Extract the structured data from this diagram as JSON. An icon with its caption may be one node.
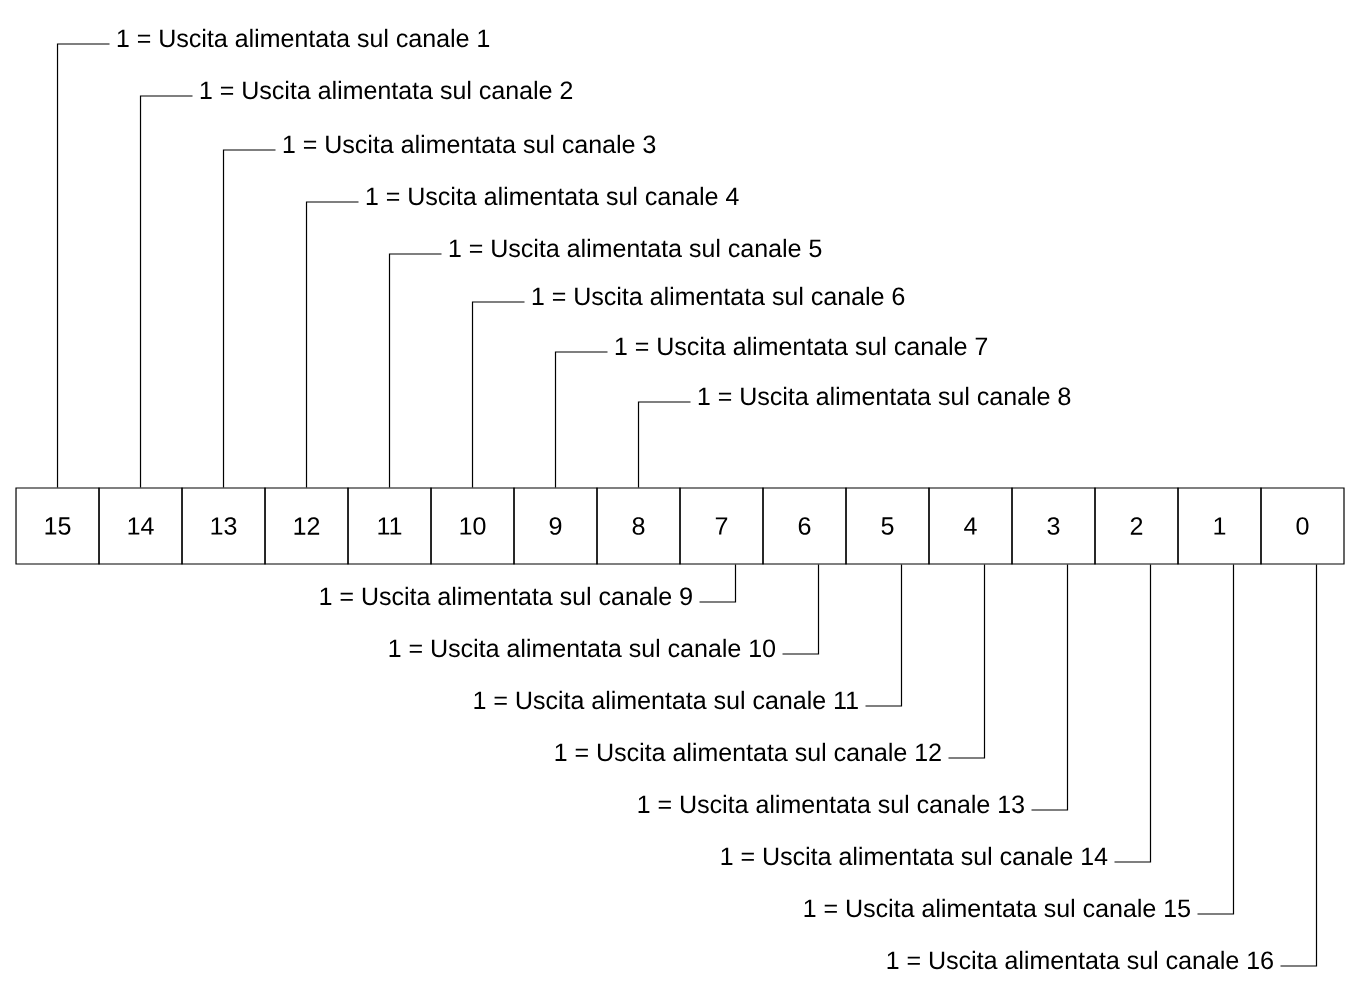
{
  "diagram": {
    "nodes": [
      {
        "text": [
          "15"
        ]
      },
      {
        "text": [
          "14"
        ]
      },
      {
        "text": [
          "13"
        ]
      },
      {
        "text": [
          "12"
        ]
      },
      {
        "text": [
          "11"
        ]
      },
      {
        "text": [
          "10"
        ]
      },
      {
        "text": [
          "9"
        ]
      },
      {
        "text": [
          "8"
        ]
      },
      {
        "text": [
          "7"
        ]
      },
      {
        "text": [
          "6"
        ]
      },
      {
        "text": [
          "5"
        ]
      },
      {
        "text": [
          "4"
        ]
      },
      {
        "text": [
          "3"
        ]
      },
      {
        "text": [
          "2"
        ]
      },
      {
        "text": [
          "1"
        ]
      },
      {
        "text": [
          "0"
        ]
      },
      {
        "text": [
          "1 = Uscita alimentata sul canale 1"
        ]
      },
      {
        "text": [
          "1 = Uscita alimentata sul canale 2"
        ]
      },
      {
        "text": [
          "1 = Uscita alimentata sul canale 3"
        ]
      },
      {
        "text": [
          "1 = Uscita alimentata sul canale 4"
        ]
      },
      {
        "text": [
          "1 = Uscita alimentata sul canale 5"
        ]
      },
      {
        "text": [
          "1 = Uscita alimentata sul canale 6"
        ]
      },
      {
        "text": [
          "1 = Uscita alimentata sul canale 7"
        ]
      },
      {
        "text": [
          "1 = Uscita alimentata sul canale 8"
        ]
      },
      {
        "text": [
          "1 = Uscita alimentata sul canale 9"
        ]
      },
      {
        "text": [
          "1 = Uscita alimentata sul canale 10"
        ]
      },
      {
        "text": [
          "1 = Uscita alimentata sul canale 11"
        ]
      },
      {
        "text": [
          "1 = Uscita alimentata sul canale 12"
        ]
      },
      {
        "text": [
          "1 = Uscita alimentata sul canale 13"
        ]
      },
      {
        "text": [
          "1 = Uscita alimentata sul canale 14"
        ]
      },
      {
        "text": [
          "1 = Uscita alimentata sul canale 15"
        ]
      },
      {
        "text": [
          "1 = Uscita alimentata sul canale 16"
        ]
      }
    ],
    "edges": [
      {
        "from": 16,
        "to": 0,
        "arrow": "none"
      },
      {
        "from": 17,
        "to": 1,
        "arrow": "none"
      },
      {
        "from": 18,
        "to": 2,
        "arrow": "none"
      },
      {
        "from": 19,
        "to": 3,
        "arrow": "none"
      },
      {
        "from": 20,
        "to": 4,
        "arrow": "none"
      },
      {
        "from": 21,
        "to": 5,
        "arrow": "none"
      },
      {
        "from": 22,
        "to": 6,
        "arrow": "none"
      },
      {
        "from": 23,
        "to": 7,
        "arrow": "none"
      },
      {
        "from": 24,
        "to": 8,
        "arrow": "none"
      },
      {
        "from": 25,
        "to": 9,
        "arrow": "none"
      },
      {
        "from": 26,
        "to": 10,
        "arrow": "none"
      },
      {
        "from": 27,
        "to": 11,
        "arrow": "none"
      },
      {
        "from": 28,
        "to": 12,
        "arrow": "none"
      },
      {
        "from": 29,
        "to": 13,
        "arrow": "none"
      },
      {
        "from": 30,
        "to": 14,
        "arrow": "none"
      },
      {
        "from": 31,
        "to": 15,
        "arrow": "none"
      }
    ]
  }
}
